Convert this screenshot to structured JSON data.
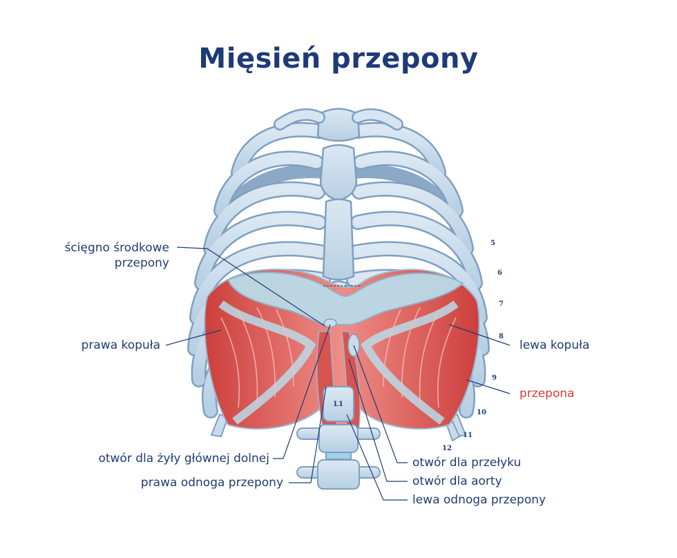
{
  "title": "Mięsień przepony",
  "labels": {
    "central_tendon_line1": "ścięgno środkowe",
    "central_tendon_line2": "przepony",
    "right_dome": "prawa kopuła",
    "left_dome": "lewa kopuła",
    "diaphragm": "przepona",
    "ivc_foramen": "otwór dla żyły głównej dolnej",
    "right_crus": "prawa odnoga przepony",
    "esophageal_hiatus": "otwór dla przełyku",
    "aortic_hiatus": "otwór dla aorty",
    "left_crus": "lewa odnoga przepony"
  },
  "rib_numbers": [
    "5",
    "6",
    "7",
    "8",
    "9",
    "10",
    "11",
    "12"
  ],
  "vertebra_label": "L1",
  "colors": {
    "title": "#1e3a78",
    "label": "#1f3b73",
    "diaphragm_label": "#d83a3a",
    "bone": "#c9dcec",
    "bone_outline": "#7f9fc0",
    "muscle": "#e06560",
    "tendon": "#b9dbe8"
  }
}
